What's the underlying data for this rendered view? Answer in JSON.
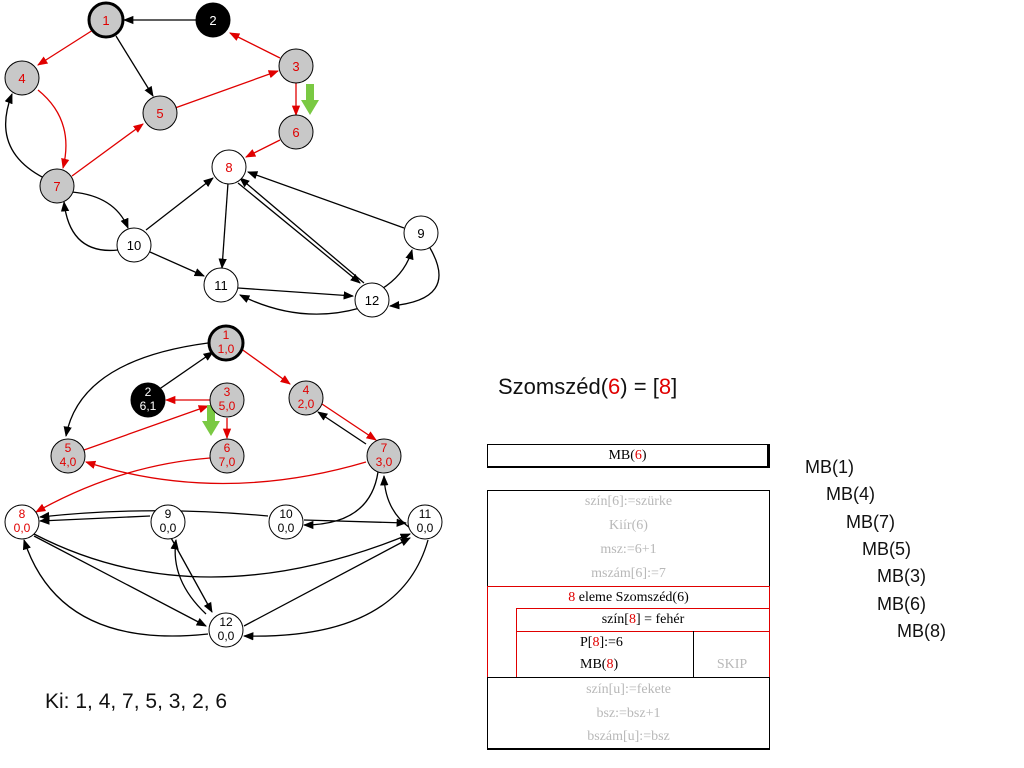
{
  "graph_top": {
    "nodes": [
      {
        "id": "1",
        "label": "1",
        "fill": "#c8c8c8",
        "label_color": "#e00000",
        "bold": true
      },
      {
        "id": "2",
        "label": "2",
        "fill": "#000000",
        "label_color": "#ffffff"
      },
      {
        "id": "3",
        "label": "3",
        "fill": "#c8c8c8",
        "label_color": "#e00000"
      },
      {
        "id": "4",
        "label": "4",
        "fill": "#c8c8c8",
        "label_color": "#e00000"
      },
      {
        "id": "5",
        "label": "5",
        "fill": "#c8c8c8",
        "label_color": "#e00000"
      },
      {
        "id": "6",
        "label": "6",
        "fill": "#c8c8c8",
        "label_color": "#e00000"
      },
      {
        "id": "7",
        "label": "7",
        "fill": "#c8c8c8",
        "label_color": "#e00000"
      },
      {
        "id": "8",
        "label": "8",
        "fill": "#ffffff",
        "label_color": "#e00000"
      },
      {
        "id": "9",
        "label": "9",
        "fill": "#ffffff",
        "label_color": "#000000"
      },
      {
        "id": "10",
        "label": "10",
        "fill": "#ffffff",
        "label_color": "#000000"
      },
      {
        "id": "11",
        "label": "11",
        "fill": "#ffffff",
        "label_color": "#000000"
      },
      {
        "id": "12",
        "label": "12",
        "fill": "#ffffff",
        "label_color": "#000000"
      }
    ]
  },
  "graph_bottom": {
    "nodes": [
      {
        "id": "1",
        "label": "1",
        "sub": "1,0",
        "fill": "#c8c8c8",
        "label_color": "#e00000",
        "bold": true
      },
      {
        "id": "2",
        "label": "2",
        "sub": "6,1",
        "fill": "#000000",
        "label_color": "#ffffff"
      },
      {
        "id": "3",
        "label": "3",
        "sub": "5,0",
        "fill": "#c8c8c8",
        "label_color": "#e00000"
      },
      {
        "id": "4",
        "label": "4",
        "sub": "2,0",
        "fill": "#c8c8c8",
        "label_color": "#e00000"
      },
      {
        "id": "5",
        "label": "5",
        "sub": "4,0",
        "fill": "#c8c8c8",
        "label_color": "#e00000"
      },
      {
        "id": "6",
        "label": "6",
        "sub": "7,0",
        "fill": "#c8c8c8",
        "label_color": "#e00000"
      },
      {
        "id": "7",
        "label": "7",
        "sub": "3,0",
        "fill": "#c8c8c8",
        "label_color": "#e00000"
      },
      {
        "id": "8",
        "label": "8",
        "sub": "0,0",
        "fill": "#ffffff",
        "label_color": "#e00000"
      },
      {
        "id": "9",
        "label": "9",
        "sub": "0,0",
        "fill": "#ffffff",
        "label_color": "#000000"
      },
      {
        "id": "10",
        "label": "10",
        "sub": "0,0",
        "fill": "#ffffff",
        "label_color": "#000000"
      },
      {
        "id": "11",
        "label": "11",
        "sub": "0,0",
        "fill": "#ffffff",
        "label_color": "#000000"
      },
      {
        "id": "12",
        "label": "12",
        "sub": "0,0",
        "fill": "#ffffff",
        "label_color": "#000000"
      }
    ]
  },
  "colors": {
    "tree_edge": "#e00000",
    "edge": "#000000",
    "visited": "#c8c8c8",
    "done": "#000000",
    "highlight_arrow": "#7ac943"
  },
  "neighbors": {
    "prefix": "Szomszéd(",
    "node": "6",
    "mid": ") = [",
    "list": "8",
    "suffix": "]"
  },
  "output": "Ki: 1, 4, 7, 5, 3, 2, 6",
  "call_stack": [
    "MB(1)",
    "MB(4)",
    "MB(7)",
    "MB(5)",
    "MB(3)",
    "MB(6)",
    "MB(8)"
  ],
  "structogram": {
    "header": {
      "prefix": "MB(",
      "arg": "6",
      "suffix": ")"
    },
    "pre_lines": [
      "szín[6]:=szürke",
      "Kiír(6)",
      "msz:=6+1",
      "mszám[6]:=7"
    ],
    "loop": {
      "var": "8",
      "text": " eleme Szomszéd(6)"
    },
    "condition": {
      "prefix": "szín[",
      "var": "8",
      "suffix": "] = fehér"
    },
    "then_lines": [
      {
        "prefix": "P[",
        "var": "8",
        "suffix": "]:=6"
      },
      {
        "prefix": "MB(",
        "var": "8",
        "suffix": ")"
      }
    ],
    "else_label": "SKIP",
    "post_lines": [
      "szín[u]:=fekete",
      "bsz:=bsz+1",
      "bszám[u]:=bsz"
    ]
  }
}
